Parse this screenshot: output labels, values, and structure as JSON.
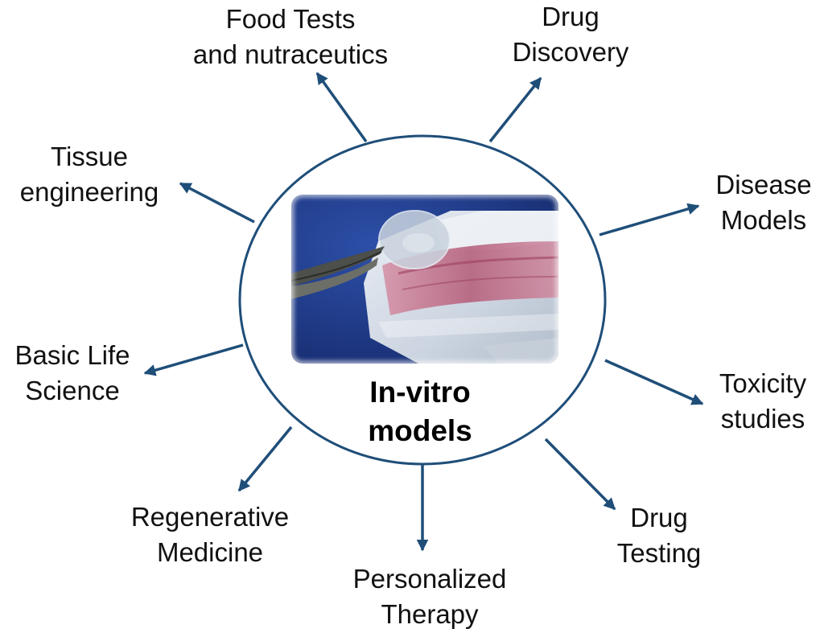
{
  "center": {
    "line1": "In-vitro",
    "line2": "models",
    "photo": {
      "subject": "tweezers holding a membrane over a transparent bioreactor chamber with pink cells",
      "colors": {
        "background": "#1f3c8c",
        "chamber": "#dfe6ee",
        "cells": "#c06d86"
      }
    }
  },
  "applications": [
    {
      "id": "food",
      "line1": "Food Tests",
      "line2": "and nutraceutics"
    },
    {
      "id": "drug-discovery",
      "line1": "Drug",
      "line2": "Discovery"
    },
    {
      "id": "disease",
      "line1": "Disease",
      "line2": "Models"
    },
    {
      "id": "toxicity",
      "line1": "Toxicity",
      "line2": "studies"
    },
    {
      "id": "drug-testing",
      "line1": "Drug",
      "line2": "Testing"
    },
    {
      "id": "personalized",
      "line1": "Personalized",
      "line2": "Therapy"
    },
    {
      "id": "regenerative",
      "line1": "Regenerative",
      "line2": "Medicine"
    },
    {
      "id": "basic",
      "line1": "Basic Life",
      "line2": "Science"
    },
    {
      "id": "tissue",
      "line1": "Tissue",
      "line2": "engineering"
    }
  ],
  "colors": {
    "circle": "#1f4e79",
    "arrow": "#1f4e79",
    "text": "#111111"
  }
}
